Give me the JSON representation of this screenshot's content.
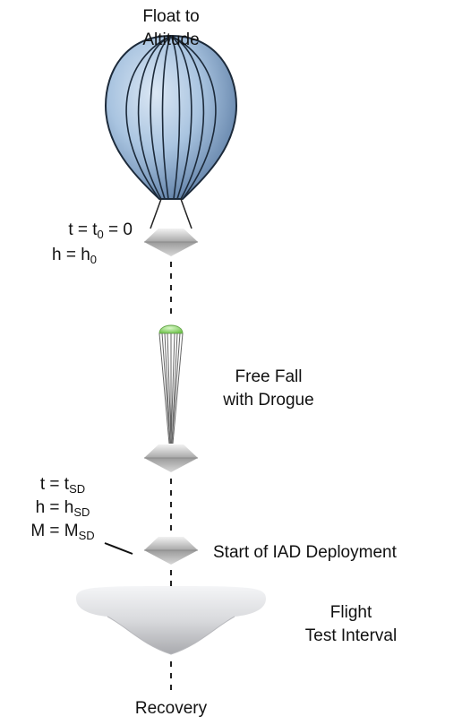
{
  "stages": {
    "float": {
      "line1": "Float to",
      "line2": "Altitude"
    },
    "freefall": {
      "line1": "Free Fall",
      "line2": "with Drogue"
    },
    "deploy": {
      "label": "Start of IAD Deployment"
    },
    "flight": {
      "line1": "Flight",
      "line2": "Test Interval"
    },
    "recovery": {
      "label": "Recovery"
    }
  },
  "initial_conditions": {
    "t_eq_a": "t = t",
    "t_sub": "0",
    "t_eq_b": " = 0",
    "h_eq": "h = h",
    "h_sub": "0"
  },
  "deploy_conditions": {
    "t_eq": "t = t",
    "t_sub": "SD",
    "h_eq": "h = h",
    "h_sub": "SD",
    "m_eq": "M = M",
    "m_sub": "SD"
  },
  "colors": {
    "balloon_fill": "#a9c4e0",
    "balloon_stroke": "#1c2a3a",
    "drogue": "#8fdc6c",
    "capsule": "#c8c8c8",
    "iad": "#dcdde0"
  }
}
